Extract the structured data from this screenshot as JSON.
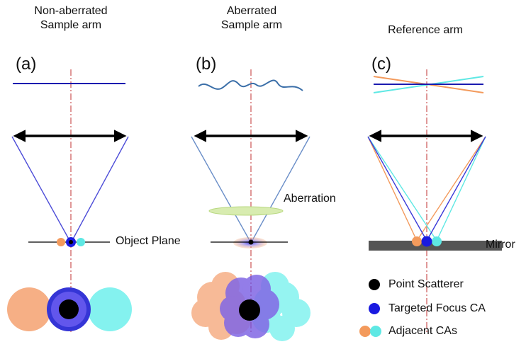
{
  "columns": [
    {
      "title_line1": "Non-aberrated",
      "title_line2": "Sample arm",
      "letter": "(a)"
    },
    {
      "title_line1": "Aberrated",
      "title_line2": "Sample arm",
      "letter": "(b)"
    },
    {
      "title_line1": "Reference arm",
      "title_line2": "",
      "letter": "(c)"
    }
  ],
  "labels": {
    "object_plane": "Object Plane",
    "aberration": "Aberration",
    "mirror": "Mirror"
  },
  "legend": [
    {
      "label": "Point Scatterer",
      "color": "#000000"
    },
    {
      "label": "Targeted Focus CA",
      "color": "#1010e0"
    },
    {
      "label": "Adjacent CAs",
      "colors": [
        "#f39a5c",
        "#5ee8e4"
      ]
    }
  ],
  "colors": {
    "axis": "#d06060",
    "blue_ray": "#2a2ad8",
    "steel_ray": "#6a8ec8",
    "orange": "#f39a5c",
    "cyan": "#5ee8e4",
    "mirror": "#555555",
    "aberration_fill": "#d8ecb0"
  }
}
